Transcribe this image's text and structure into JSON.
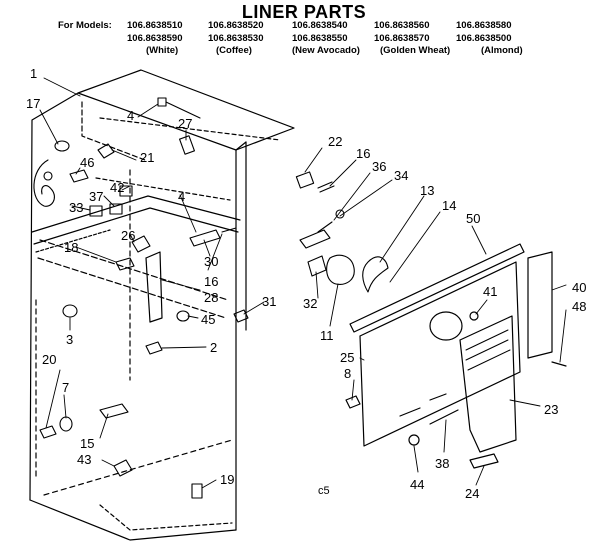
{
  "title": "LINER PARTS",
  "models": {
    "prefix": "For Models:",
    "row1": [
      "106.8638510",
      "106.8638520",
      "106.8638540",
      "106.8638560",
      "106.8638580"
    ],
    "row2": [
      "106.8638590",
      "106.8638530",
      "106.8638550",
      "106.8638570",
      "106.8638500"
    ],
    "colors": [
      "(White)",
      "(Coffee)",
      "(New Avocado)",
      "(Golden Wheat)",
      "(Almond)"
    ]
  },
  "callouts": [
    {
      "id": "1",
      "label": "1"
    },
    {
      "id": "17",
      "label": "17"
    },
    {
      "id": "4a",
      "label": "4"
    },
    {
      "id": "27",
      "label": "27"
    },
    {
      "id": "22",
      "label": "22"
    },
    {
      "id": "16a",
      "label": "16"
    },
    {
      "id": "36",
      "label": "36"
    },
    {
      "id": "34",
      "label": "34"
    },
    {
      "id": "13",
      "label": "13"
    },
    {
      "id": "14",
      "label": "14"
    },
    {
      "id": "50",
      "label": "50"
    },
    {
      "id": "46",
      "label": "46"
    },
    {
      "id": "21",
      "label": "21"
    },
    {
      "id": "42",
      "label": "42"
    },
    {
      "id": "37",
      "label": "37"
    },
    {
      "id": "4b",
      "label": "4"
    },
    {
      "id": "33",
      "label": "33"
    },
    {
      "id": "26",
      "label": "26"
    },
    {
      "id": "18",
      "label": "18"
    },
    {
      "id": "30",
      "label": "30"
    },
    {
      "id": "16b",
      "label": "16"
    },
    {
      "id": "28",
      "label": "28"
    },
    {
      "id": "31",
      "label": "31"
    },
    {
      "id": "45",
      "label": "45"
    },
    {
      "id": "32",
      "label": "32"
    },
    {
      "id": "11",
      "label": "11"
    },
    {
      "id": "40",
      "label": "40"
    },
    {
      "id": "48",
      "label": "48"
    },
    {
      "id": "41",
      "label": "41"
    },
    {
      "id": "3",
      "label": "3"
    },
    {
      "id": "2",
      "label": "2"
    },
    {
      "id": "20",
      "label": "20"
    },
    {
      "id": "25",
      "label": "25"
    },
    {
      "id": "7",
      "label": "7"
    },
    {
      "id": "8",
      "label": "8"
    },
    {
      "id": "23",
      "label": "23"
    },
    {
      "id": "15",
      "label": "15"
    },
    {
      "id": "43",
      "label": "43"
    },
    {
      "id": "38",
      "label": "38"
    },
    {
      "id": "44",
      "label": "44"
    },
    {
      "id": "24",
      "label": "24"
    },
    {
      "id": "19",
      "label": "19"
    },
    {
      "id": "c5",
      "label": "c5"
    }
  ]
}
